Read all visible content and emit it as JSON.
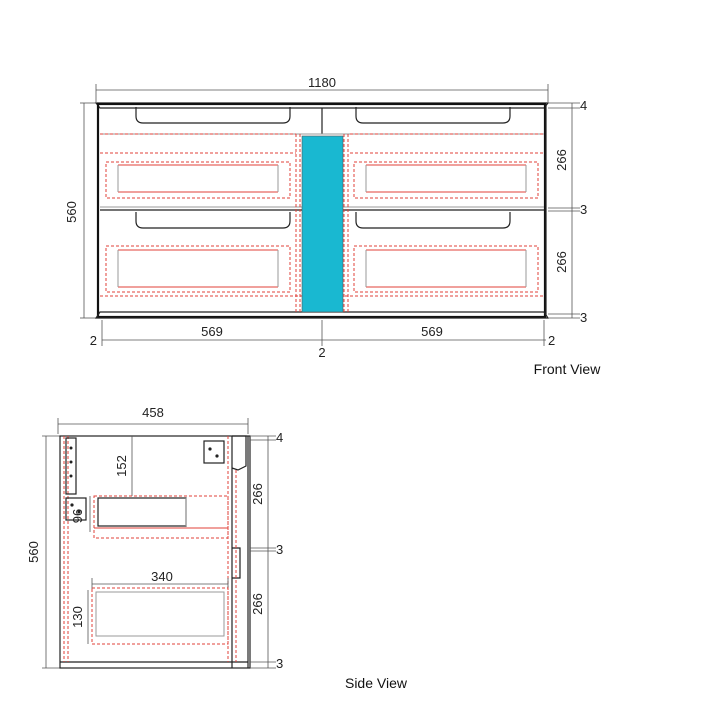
{
  "front_view": {
    "title": "Front View",
    "dims": {
      "total_width": "1180",
      "height": "560",
      "drawer_width_left": "569",
      "drawer_width_right": "569",
      "side_left": "2",
      "center_gap": "2",
      "side_right": "2",
      "top": "4",
      "drawer_upper": "266",
      "rail_mid": "3",
      "drawer_lower": "266",
      "base": "3"
    }
  },
  "side_view": {
    "title": "Side View",
    "dims": {
      "depth": "458",
      "height": "560",
      "drawer_offset": "152",
      "small_gap": "96",
      "drawer_depth": "340",
      "drawer_box_height": "130",
      "top": "4",
      "drawer_upper": "266",
      "rail_mid": "3",
      "drawer_lower": "266",
      "base": "3"
    }
  },
  "colors": {
    "frame": "#111111",
    "hidden_lines": "#e0403a",
    "panel_fill": "#19b8d1"
  }
}
